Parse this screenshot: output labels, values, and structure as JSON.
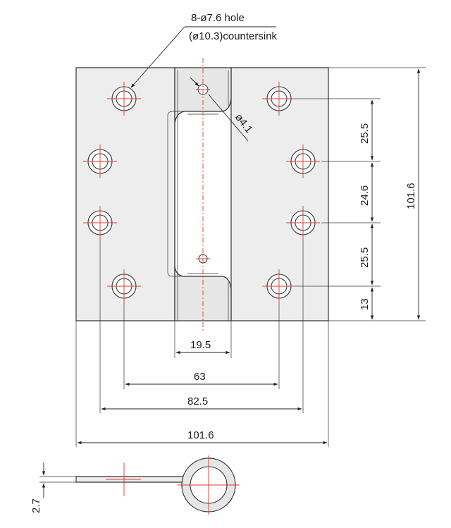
{
  "callouts": {
    "hole_line1": "8-ø7.6 hole",
    "hole_line2": "(ø10.3)countersink",
    "pin_hole": "ø4.1"
  },
  "dimensions": {
    "right_pitch_1": "25.5",
    "right_pitch_2": "24.6",
    "right_pitch_3": "25.5",
    "right_edge": "13",
    "overall_height": "101.6",
    "knuckle_width": "19.5",
    "inner_holes": "63",
    "outer_holes": "82.5",
    "overall_width": "101.6",
    "thickness": "2.7"
  },
  "colors": {
    "centerline": "#e03a2a",
    "outline": "#333333",
    "plate_fill": "#ededed"
  }
}
